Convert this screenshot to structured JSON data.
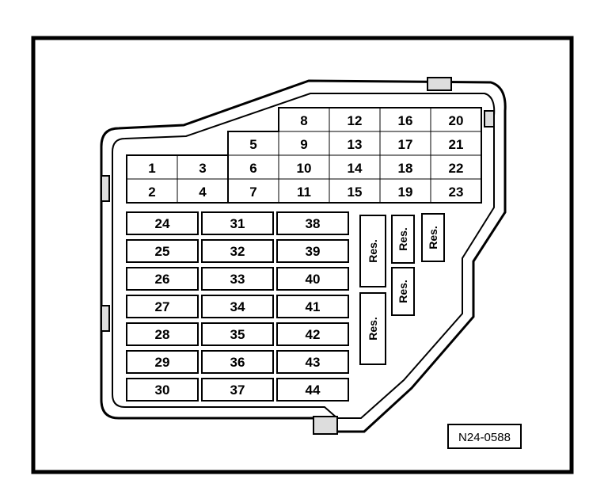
{
  "diagram": {
    "reference_code": "N24-0588",
    "upper_block": {
      "col1": [
        "1",
        "2"
      ],
      "col2": [
        "3",
        "4"
      ],
      "col3": [
        "5",
        "6",
        "7"
      ],
      "col4": [
        "8",
        "9",
        "10",
        "11"
      ],
      "col5": [
        "12",
        "13",
        "14",
        "15"
      ],
      "col6": [
        "16",
        "17",
        "18",
        "19"
      ],
      "col7": [
        "20",
        "21",
        "22",
        "23"
      ]
    },
    "lower_block": {
      "col_a": [
        "24",
        "25",
        "26",
        "27",
        "28",
        "29",
        "30"
      ],
      "col_b": [
        "31",
        "32",
        "33",
        "34",
        "35",
        "36",
        "37"
      ],
      "col_c": [
        "38",
        "39",
        "40",
        "41",
        "42",
        "43",
        "44"
      ]
    },
    "reserve_slots": [
      "Res.",
      "Res.",
      "Res.",
      "Res.",
      "Res."
    ]
  }
}
